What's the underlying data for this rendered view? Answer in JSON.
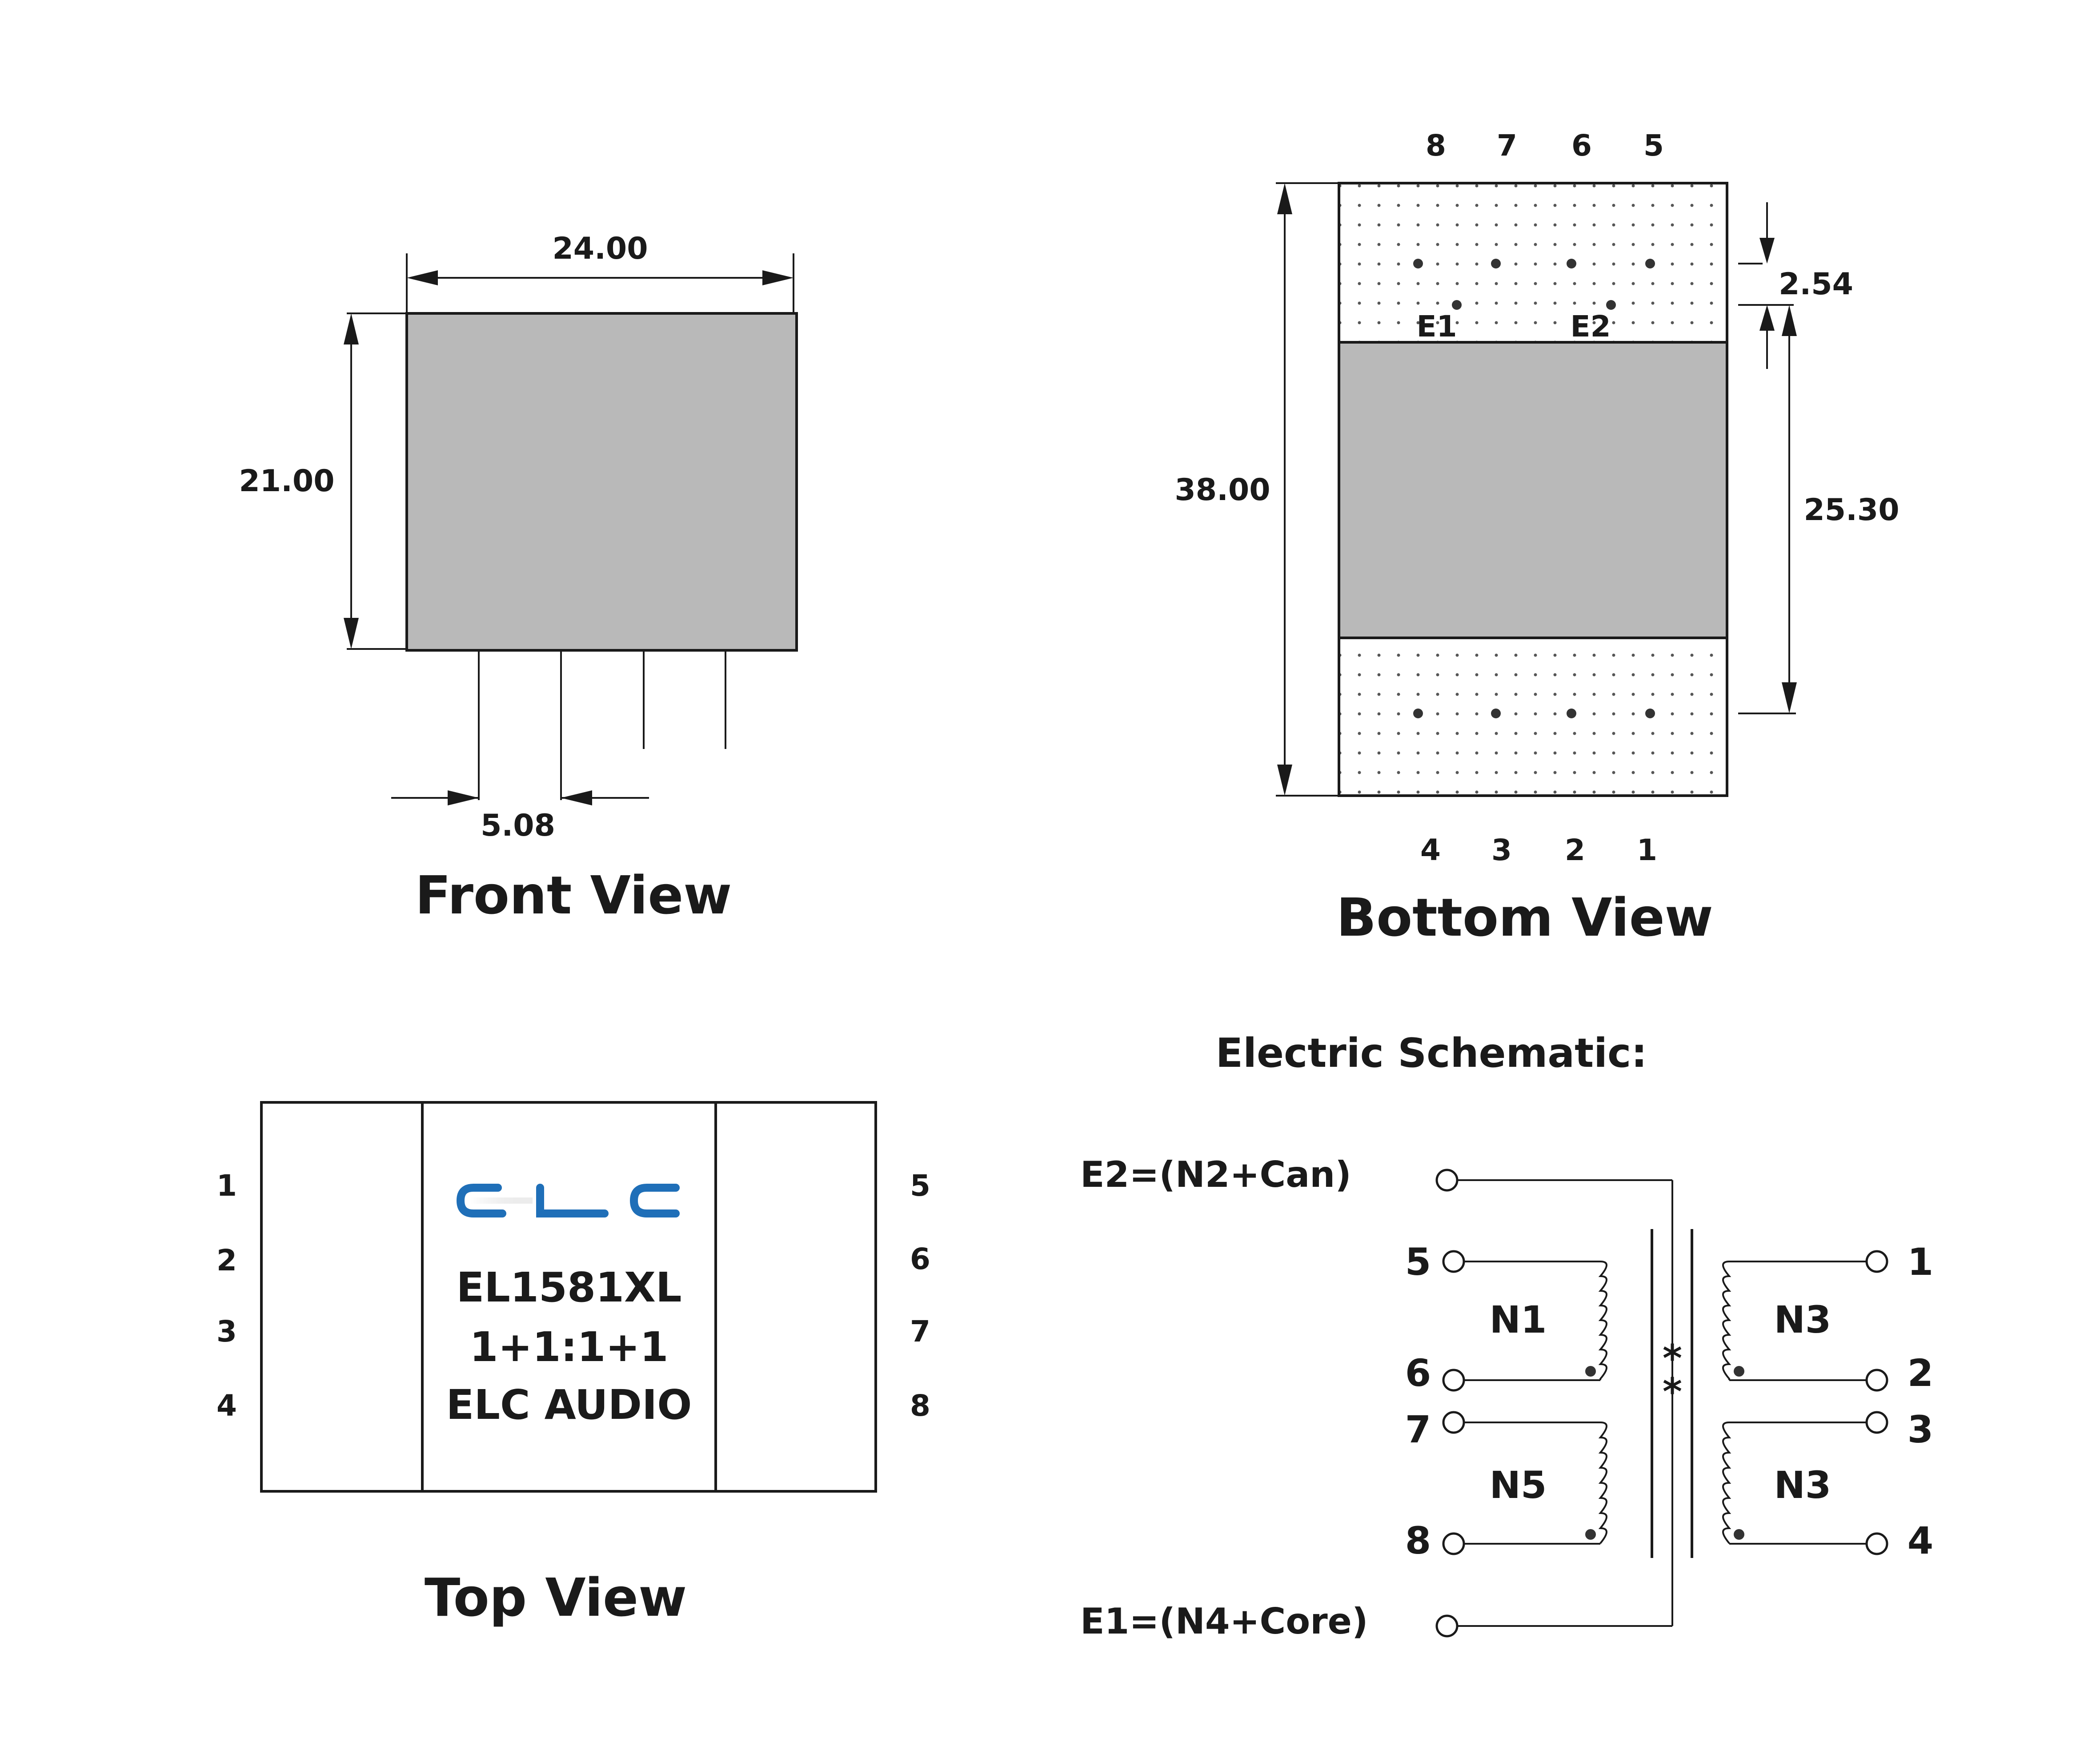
{
  "colors": {
    "body_fill": "#b9b9b9",
    "logo_blue": "#1f6fb8",
    "ink": "#1a1a1a"
  },
  "front_view": {
    "title": "Front View",
    "width_dim": "24.00",
    "height_dim": "21.00",
    "pitch_dim": "5.08"
  },
  "bottom_view": {
    "title": "Bottom View",
    "top_pins": [
      "8",
      "7",
      "6",
      "5"
    ],
    "bottom_pins": [
      "4",
      "3",
      "2",
      "1"
    ],
    "e1_label": "E1",
    "e2_label": "E2",
    "length_dim": "38.00",
    "row_spacing_dim": "25.30",
    "offset_dim": "2.54"
  },
  "top_view": {
    "title": "Top View",
    "logo_icon": "elc-logo-icon",
    "part_number": "EL1581XL",
    "ratio": "1+1:1+1",
    "brand": "ELC AUDIO",
    "left_pins": [
      "1",
      "2",
      "3",
      "4"
    ],
    "right_pins": [
      "5",
      "6",
      "7",
      "8"
    ]
  },
  "schematic": {
    "title": "Electric Schematic:",
    "e2_label": "E2=(N2+Can)",
    "e1_label": "E1=(N4+Core)",
    "left_pins": [
      "5",
      "6",
      "7",
      "8"
    ],
    "right_pins": [
      "1",
      "2",
      "3",
      "4"
    ],
    "windings": [
      "N1",
      "N5",
      "N3",
      "N3"
    ],
    "marks": [
      "*",
      "*"
    ]
  }
}
